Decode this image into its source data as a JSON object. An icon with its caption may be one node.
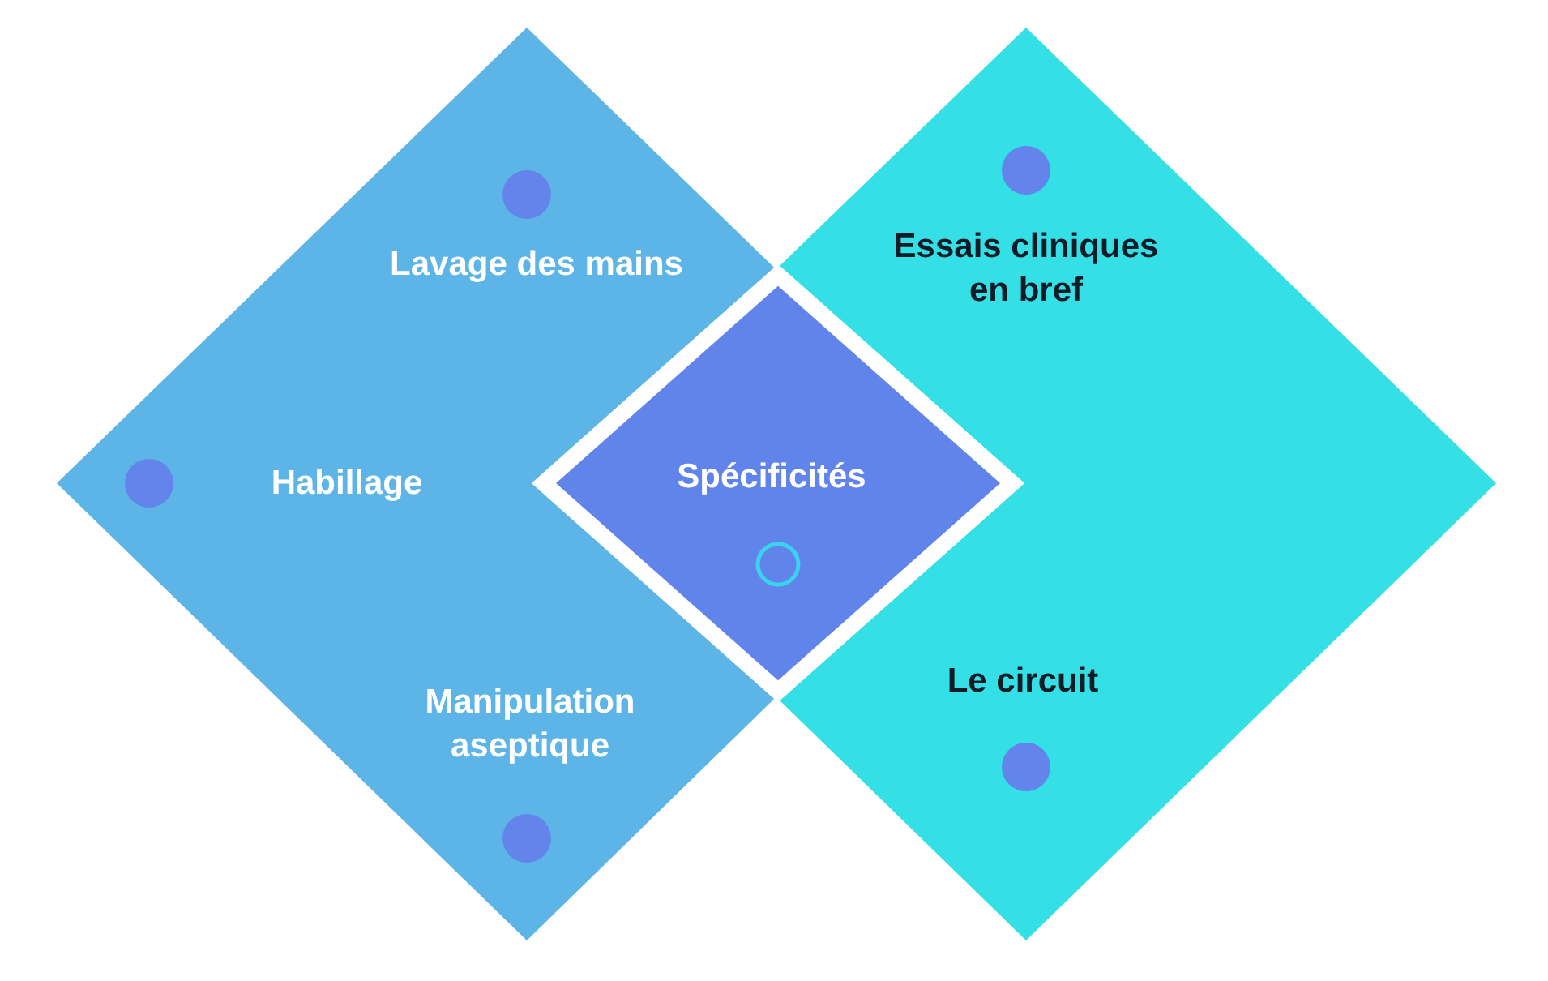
{
  "diagram": {
    "nodes": [
      {
        "text": [
          "Lavage des mains",
          "Habillage",
          "Manipulation aseptique"
        ]
      },
      {
        "text": [
          "Spécificités"
        ]
      },
      {
        "text": [
          "Essais cliniques en bref",
          "Le circuit"
        ]
      }
    ]
  }
}
